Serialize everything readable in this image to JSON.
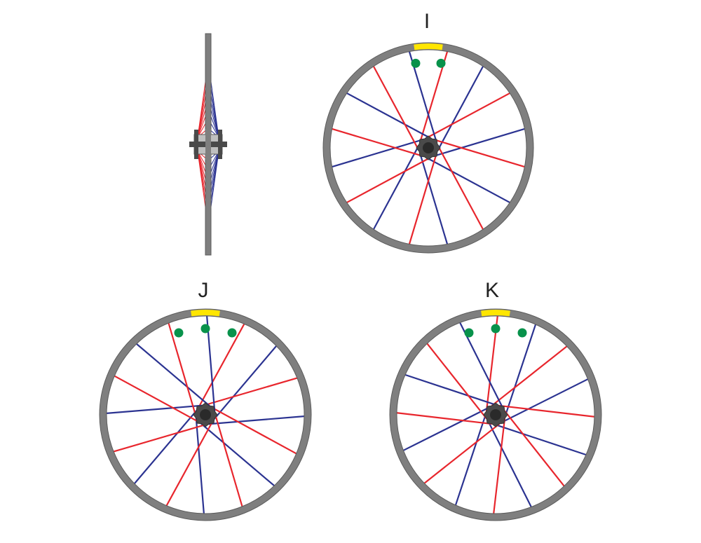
{
  "colors": {
    "rim": "#7f7f7f",
    "rim_edge": "#5c5c5c",
    "spoke_red": "#e8262d",
    "spoke_blue": "#2b3391",
    "valve": "#ffe600",
    "marker": "#08924b",
    "hub": "#4a4a4a",
    "axle": "#2a2a2a"
  },
  "side_view": {
    "name": "side-view-wheel"
  },
  "wheels": [
    {
      "id": "wheel-i",
      "label": "I",
      "markers": 2
    },
    {
      "id": "wheel-j",
      "label": "J",
      "markers": 3
    },
    {
      "id": "wheel-k",
      "label": "K",
      "markers": 3
    }
  ]
}
